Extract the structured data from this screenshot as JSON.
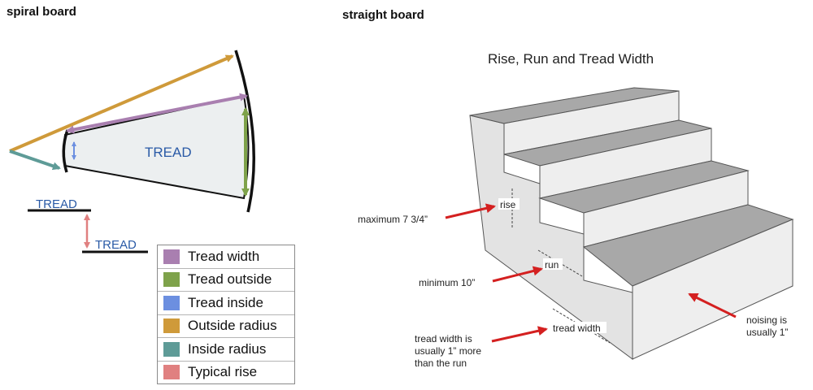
{
  "spiral": {
    "title": "spiral board",
    "tread_label": "TREAD",
    "rise_upper_label": "TREAD",
    "rise_lower_label": "TREAD",
    "colors": {
      "tread_width": "#a97fb0",
      "tread_outside": "#7ea24a",
      "tread_inside": "#6c8fe0",
      "outside_radius": "#cf9a3a",
      "inside_radius": "#5e9b97",
      "typical_rise": "#e08080",
      "tread_text": "#2a5aa6",
      "tread_fill": "#eceff0"
    },
    "legend": [
      {
        "label": "Tread width",
        "color": "#a97fb0"
      },
      {
        "label": "Tread outside",
        "color": "#7ea24a"
      },
      {
        "label": "Tread inside",
        "color": "#6c8fe0"
      },
      {
        "label": "Outside radius",
        "color": "#cf9a3a"
      },
      {
        "label": "Inside radius",
        "color": "#5e9b97"
      },
      {
        "label": "Typical rise",
        "color": "#e08080"
      }
    ]
  },
  "straight": {
    "title": "straight board",
    "diagram_title": "Rise, Run and Tread Width",
    "labels": {
      "rise": "rise",
      "run": "run",
      "tread_width": "tread width"
    },
    "annotations": {
      "max_rise": "maximum 7 3/4”",
      "min_run": "minimum 10”",
      "tread_width_line1": "tread width is",
      "tread_width_line2": "usually 1” more",
      "tread_width_line3": "than the run",
      "noising_line1": "noising is",
      "noising_line2": "usually 1”"
    },
    "colors": {
      "arrow": "#d42020",
      "tread_top": "#a8a8a8",
      "riser_face": "#ececec",
      "side_face": "#e3e3e3"
    }
  }
}
